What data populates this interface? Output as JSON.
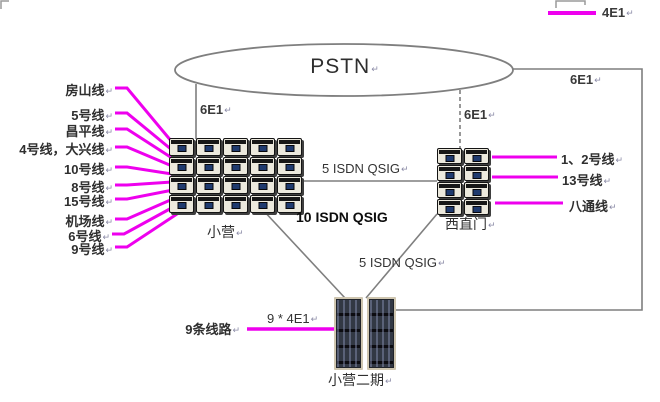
{
  "return_mark": "↵",
  "legend": {
    "label": "4E1"
  },
  "cloud": {
    "label": "PSTN"
  },
  "links": {
    "pstn_xiaoying": "6E1",
    "pstn_xizhimen": "6E1",
    "pstn_right": "6E1",
    "xiaoying_xizhimen": "5 ISDN QSIG",
    "xiaoying_xiaoying2": "10 ISDN QSIG",
    "xizhimen_xiaoying2": "5 ISDN QSIG",
    "xiaoying2_trunk": "9 * 4E1"
  },
  "left_lines": [
    "房山线",
    "5号线",
    "昌平线",
    "4号线，大兴线",
    "10号线",
    "8号线",
    "15号线",
    "机场线",
    "6号线",
    "9号线"
  ],
  "right_lines": [
    "1、2号线",
    "13号线",
    "八通线"
  ],
  "bottom_label": "9条线路",
  "nodes": {
    "xiaoying": {
      "label": "小营",
      "units_cols": 5,
      "units_rows": 4
    },
    "xizhimen": {
      "label": "西直门",
      "units_cols": 2,
      "units_rows": 4
    },
    "xiaoying2": {
      "label": "小营二期",
      "racks": 2
    }
  },
  "colors": {
    "magenta": "#ee00ee",
    "line_gray": "#7f7f7f"
  }
}
